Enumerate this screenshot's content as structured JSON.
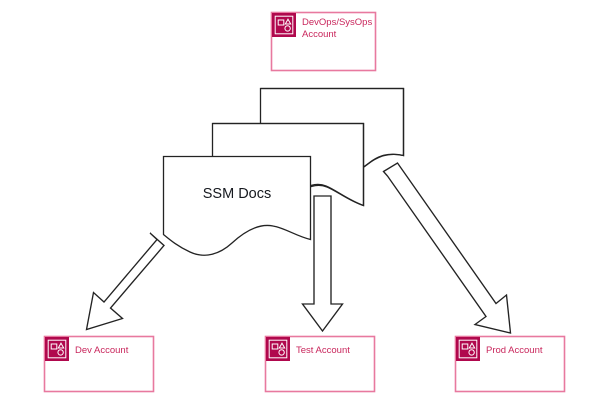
{
  "diagram": {
    "title_text": "SSM Docs",
    "accounts": {
      "top": {
        "label_line1": "DevOps/SysOps",
        "label_line2": "Account",
        "icon_name": "aws-account-icon"
      },
      "dev": {
        "label": "Dev Account",
        "icon_name": "aws-account-icon"
      },
      "test": {
        "label": "Test Account",
        "icon_name": "aws-account-icon"
      },
      "prod": {
        "label": "Prod Account",
        "icon_name": "aws-account-icon"
      }
    },
    "documents": {
      "label": "SSM Docs",
      "count": 3
    },
    "arrows": [
      {
        "name": "arrow-to-dev",
        "direction": "down-left"
      },
      {
        "name": "arrow-to-test",
        "direction": "down"
      },
      {
        "name": "arrow-to-prod",
        "direction": "down-right"
      }
    ],
    "colors": {
      "accent": "#C9265C",
      "icon_fill": "#B0084D",
      "border": "#E8799F",
      "stroke": "#232323",
      "background": "#FFFFFF",
      "doc_fill": "#FFFFFF",
      "text": "#16191F"
    }
  }
}
